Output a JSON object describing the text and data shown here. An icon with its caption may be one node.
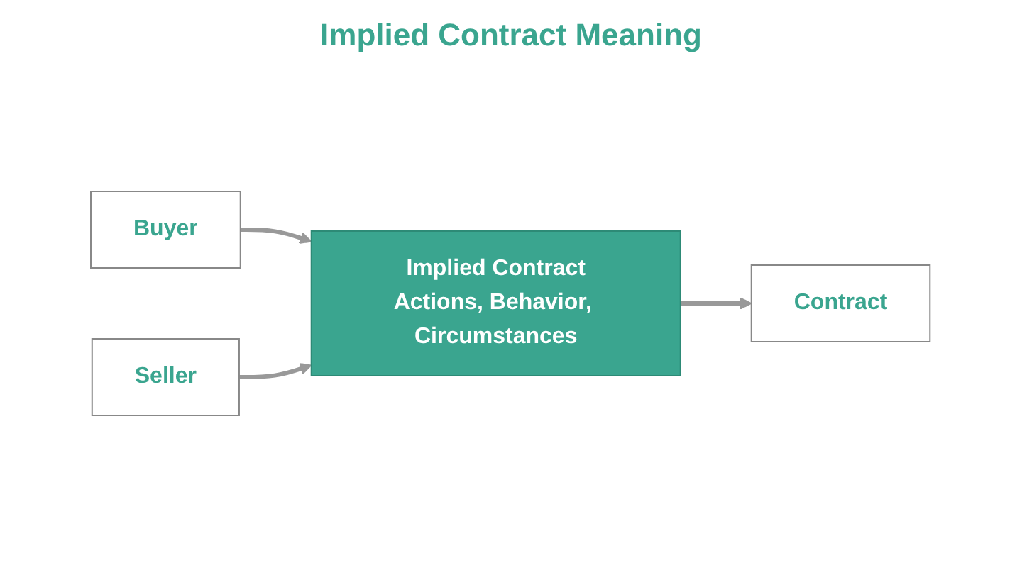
{
  "diagram": {
    "title": "Implied Contract Meaning",
    "nodes": [
      {
        "text": [
          "Buyer"
        ]
      },
      {
        "text": [
          "Implied Contract",
          "Actions, Behavior, Circumstances"
        ]
      },
      {
        "text": [
          "Seller"
        ]
      },
      {
        "text": [
          "Contract"
        ]
      }
    ],
    "edges": [
      {
        "from": 0,
        "to": 1,
        "arrow": "to"
      },
      {
        "from": 2,
        "to": 1,
        "arrow": "to"
      },
      {
        "from": 1,
        "to": 3,
        "arrow": "to"
      }
    ]
  }
}
